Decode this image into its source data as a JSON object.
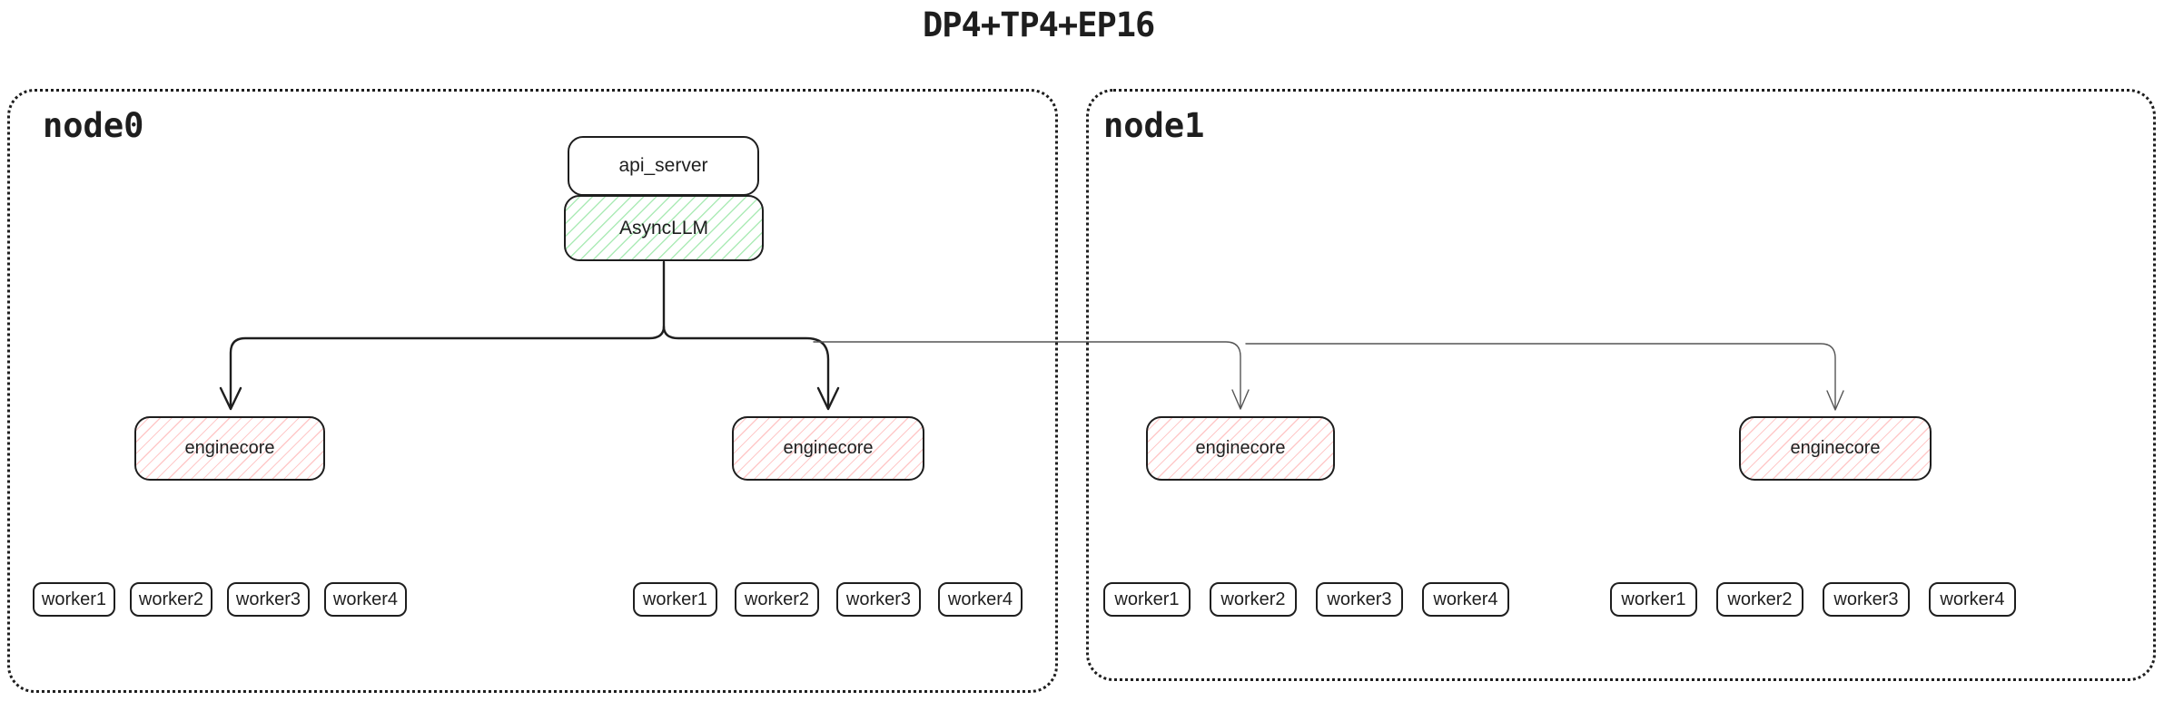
{
  "title": "DP4+TP4+EP16",
  "colors": {
    "ink": "#1e1e1e",
    "line_gray": "#555555",
    "hatch_green": "#69db7c",
    "hatch_red": "#ff8787"
  },
  "stack": {
    "api_server": "api_server",
    "async_llm": "AsyncLLM"
  },
  "nodes": [
    {
      "label": "node0",
      "enginecores": [
        {
          "label": "enginecore"
        },
        {
          "label": "enginecore"
        }
      ],
      "worker_groups": [
        {
          "workers": [
            "worker1",
            "worker2",
            "worker3",
            "worker4"
          ]
        },
        {
          "workers": [
            "worker1",
            "worker2",
            "worker3",
            "worker4"
          ]
        }
      ]
    },
    {
      "label": "node1",
      "enginecores": [
        {
          "label": "enginecore"
        },
        {
          "label": "enginecore"
        }
      ],
      "worker_groups": [
        {
          "workers": [
            "worker1",
            "worker2",
            "worker3",
            "worker4"
          ]
        },
        {
          "workers": [
            "worker1",
            "worker2",
            "worker3",
            "worker4"
          ]
        }
      ]
    }
  ]
}
